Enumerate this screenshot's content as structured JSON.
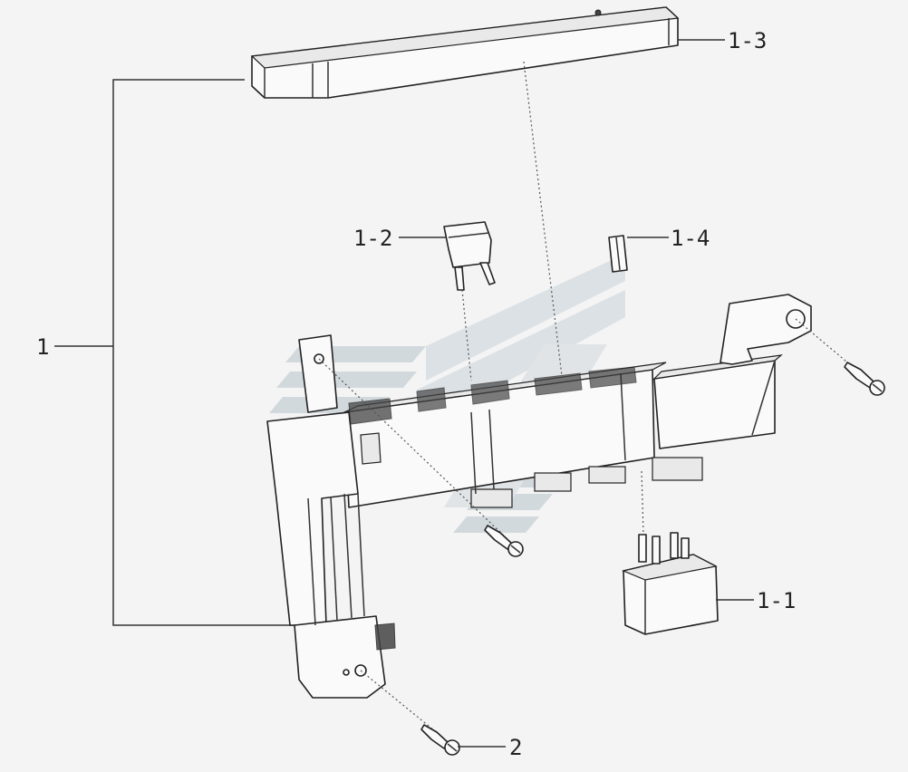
{
  "diagram": {
    "callouts": [
      {
        "id": "main-assembly",
        "text": "1"
      },
      {
        "id": "relay",
        "text": "1-1"
      },
      {
        "id": "fuse",
        "text": "1-2"
      },
      {
        "id": "cover",
        "text": "1-3"
      },
      {
        "id": "clip",
        "text": "1-4"
      },
      {
        "id": "screw",
        "text": "2"
      }
    ]
  },
  "colors": {
    "background": "#f4f4f4",
    "line": "#222222",
    "watermark": "#b8c4cc"
  }
}
